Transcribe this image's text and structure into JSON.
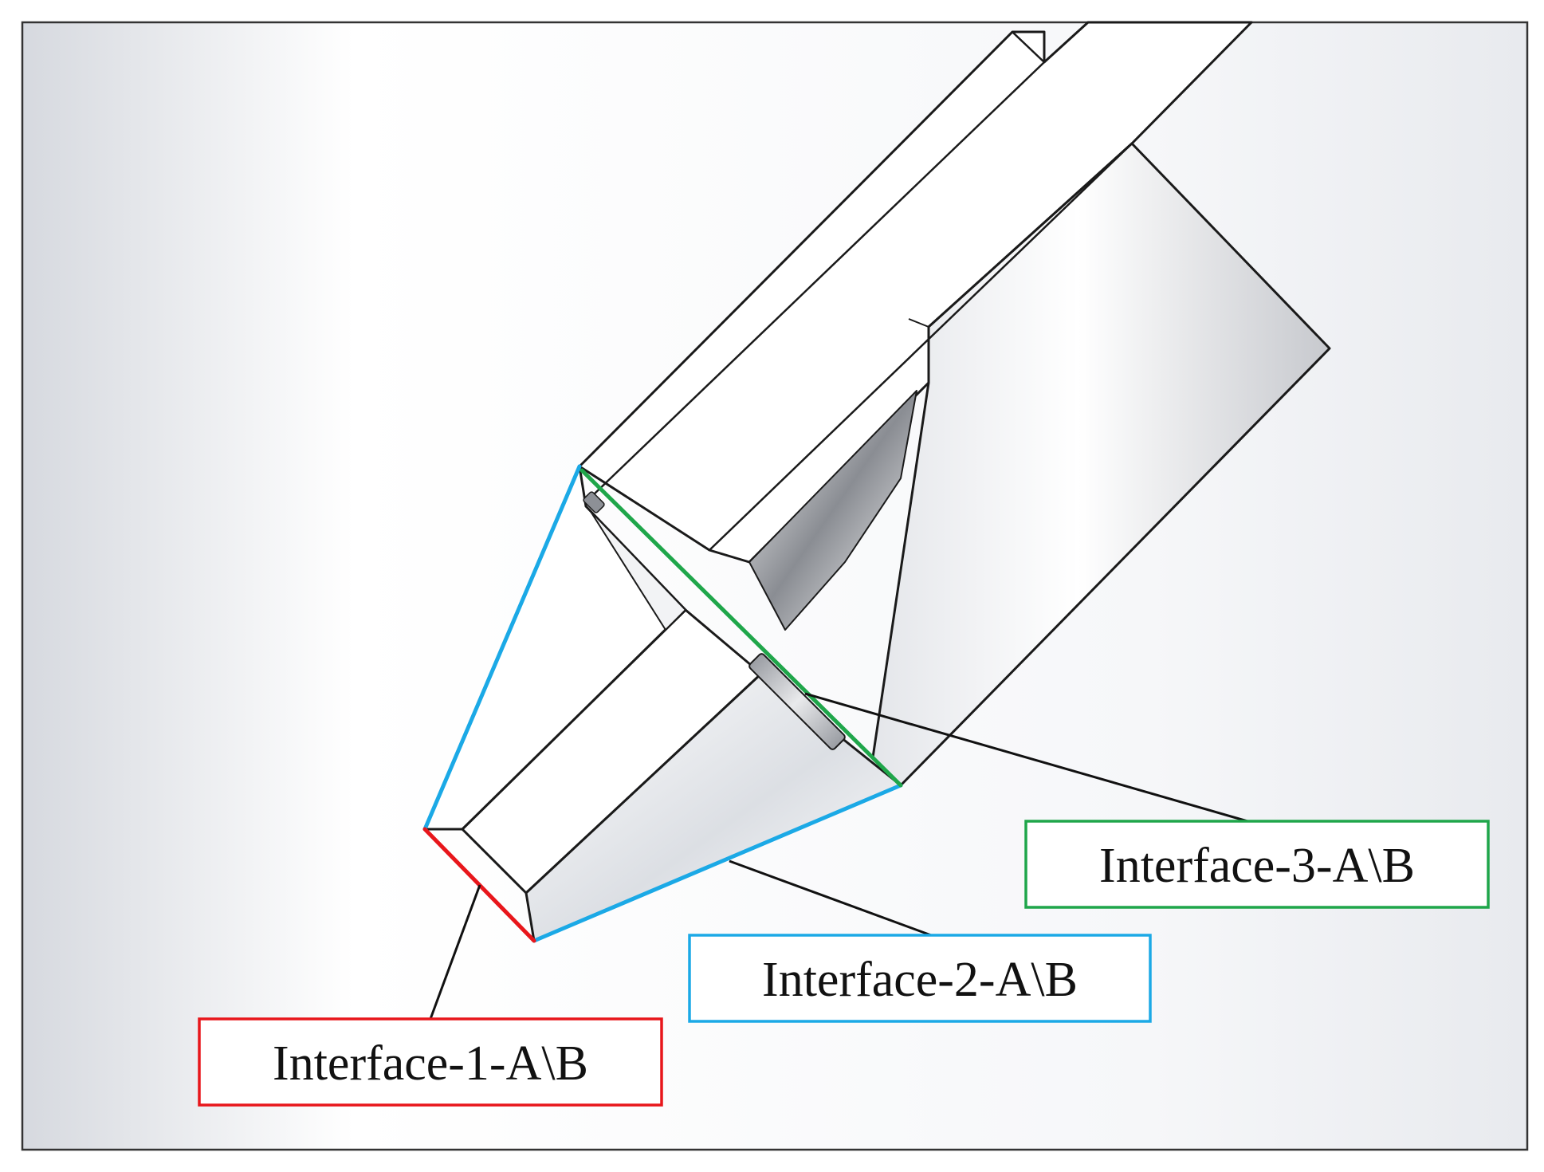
{
  "labels": {
    "interface_1": "Interface-1-A\\B",
    "interface_2": "Interface-2-A\\B",
    "interface_3": "Interface-3-A\\B"
  },
  "colors": {
    "interface_1": "#e8161b",
    "interface_2": "#1ba9e6",
    "interface_3": "#1fa64a",
    "edge": "#1a1a1a",
    "frame": "#333333"
  }
}
